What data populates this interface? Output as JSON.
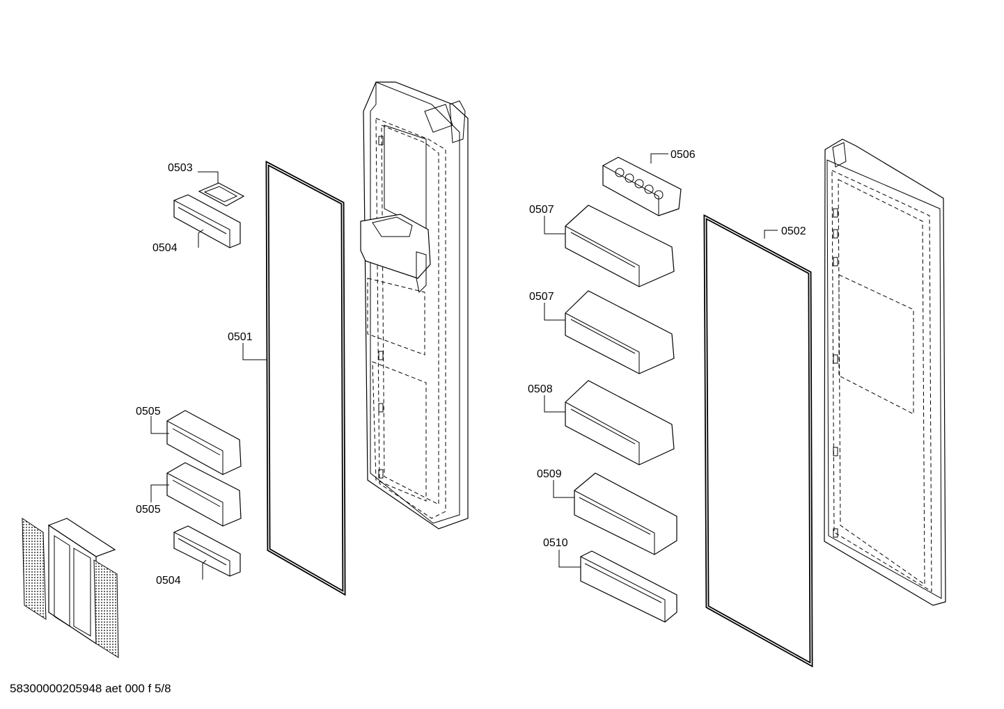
{
  "labels": {
    "l0501": "0501",
    "l0502": "0502",
    "l0503": "0503",
    "l0504a": "0504",
    "l0504b": "0504",
    "l0505a": "0505",
    "l0505b": "0505",
    "l0506": "0506",
    "l0507a": "0507",
    "l0507b": "0507",
    "l0508": "0508",
    "l0509": "0509",
    "l0510": "0510"
  },
  "footer": "58300000205948 aet 000 f 5/8"
}
